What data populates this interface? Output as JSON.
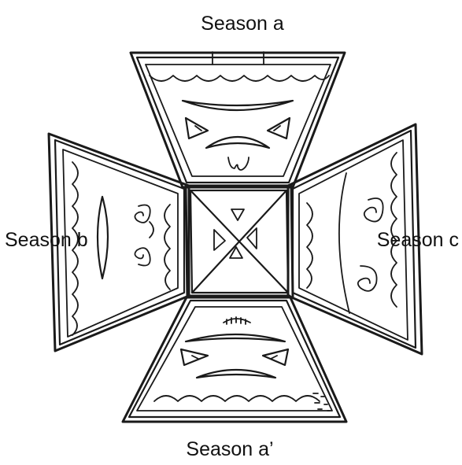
{
  "labels": {
    "top": "Season a",
    "left": "Season b",
    "right": "Season c",
    "bottom": "Season a’"
  },
  "colors": {
    "ink": "#1a1a1a",
    "background": "#ffffff"
  }
}
